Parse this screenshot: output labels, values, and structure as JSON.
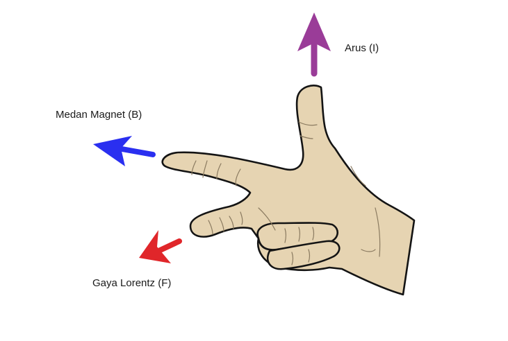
{
  "labels": {
    "current": "Arus (I)",
    "magnetic_field": "Medan Magnet (B)",
    "lorentz_force": "Gaya Lorentz (F)"
  },
  "colors": {
    "current_arrow": "#9a3c98",
    "field_arrow": "#2a2ff0",
    "force_arrow": "#e0262a",
    "skin": "#e6d4b2",
    "outline": "#141414",
    "background": "#ffffff"
  },
  "icons": {
    "hand": "right-hand-rule-hand"
  }
}
